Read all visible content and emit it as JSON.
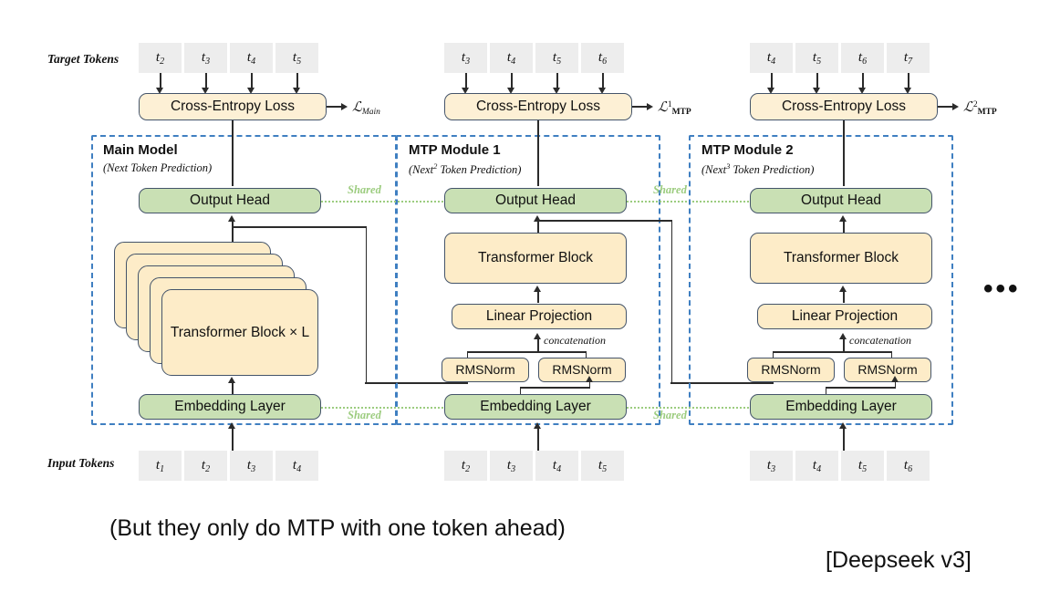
{
  "figure": {
    "row_labels": {
      "target": "Target Tokens",
      "input": "Input Tokens"
    },
    "shared_label": "Shared",
    "concatenation_label": "concatenation",
    "ellipsis": "•••",
    "colors": {
      "token_chip": "#ededed",
      "yellow_box": "#fdecc8",
      "green_box": "#c9e0b4",
      "module_border": "#3f7fc1",
      "box_border": "#44546a",
      "shared_green": "#9ccc7f",
      "line": "#2b2b2b"
    },
    "columns": [
      {
        "id": "main",
        "title": "Main Model",
        "subtitle_pre": "(Next",
        "subtitle_sup": "",
        "subtitle_post": " Token Prediction)",
        "loss_box": "Cross-Entropy Loss",
        "loss_symbol": {
          "script": "ℒ",
          "sup": "",
          "sub": "Main",
          "sub_italic": true
        },
        "target_tokens": [
          "t2",
          "t3",
          "t4",
          "t5"
        ],
        "input_tokens": [
          "t1",
          "t2",
          "t3",
          "t4"
        ],
        "output_head": "Output Head",
        "core_block": "Transformer Block × L",
        "embedding": "Embedding Layer"
      },
      {
        "id": "mtp1",
        "title": "MTP Module 1",
        "subtitle_pre": "(Next",
        "subtitle_sup": "2",
        "subtitle_post": " Token Prediction)",
        "loss_box": "Cross-Entropy Loss",
        "loss_symbol": {
          "script": "ℒ",
          "sup": "1",
          "sub": "MTP",
          "sub_italic": false
        },
        "target_tokens": [
          "t3",
          "t4",
          "t5",
          "t6"
        ],
        "input_tokens": [
          "t2",
          "t3",
          "t4",
          "t5"
        ],
        "output_head": "Output Head",
        "core_block": "Transformer Block",
        "linear_projection": "Linear Projection",
        "rmsnorm_left": "RMSNorm",
        "rmsnorm_right": "RMSNorm",
        "embedding": "Embedding Layer"
      },
      {
        "id": "mtp2",
        "title": "MTP Module 2",
        "subtitle_pre": "(Next",
        "subtitle_sup": "3",
        "subtitle_post": " Token Prediction)",
        "loss_box": "Cross-Entropy Loss",
        "loss_symbol": {
          "script": "ℒ",
          "sup": "2",
          "sub": "MTP",
          "sub_italic": false
        },
        "target_tokens": [
          "t4",
          "t5",
          "t6",
          "t7"
        ],
        "input_tokens": [
          "t3",
          "t4",
          "t5",
          "t6"
        ],
        "output_head": "Output Head",
        "core_block": "Transformer Block",
        "linear_projection": "Linear Projection",
        "rmsnorm_left": "RMSNorm",
        "rmsnorm_right": "RMSNorm",
        "embedding": "Embedding Layer"
      }
    ]
  },
  "annotations": {
    "caption": "(But they only do MTP with one token ahead)",
    "credit": "[Deepseek v3]"
  }
}
